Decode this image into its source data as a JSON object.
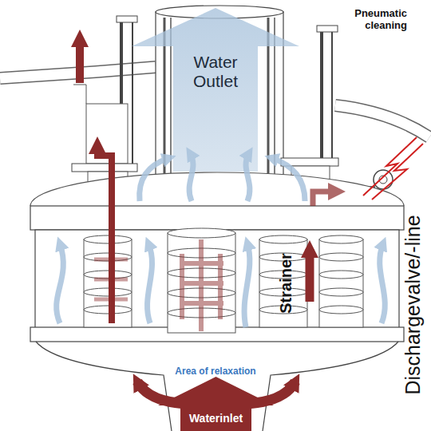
{
  "diagram": {
    "nodes": [
      {
        "text": [
          "Water Outlet"
        ]
      },
      {
        "text": [
          "Waterinlet"
        ]
      }
    ],
    "labels": [
      "Pneumatic cleaning",
      "Strainer",
      "Dischargevalve/-line",
      "Area of relaxation"
    ]
  }
}
